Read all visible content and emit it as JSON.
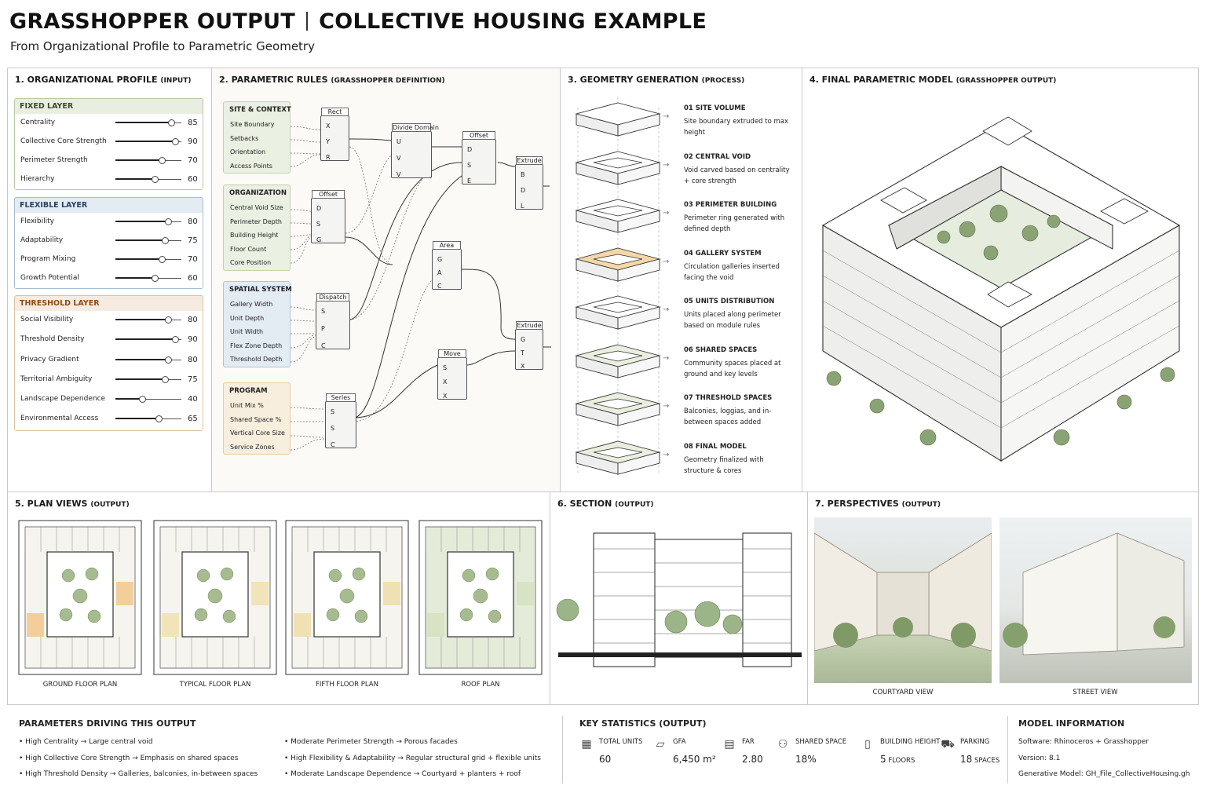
{
  "header": {
    "title_left": "GRASSHOPPER OUTPUT",
    "title_right": "COLLECTIVE HOUSING EXAMPLE",
    "subtitle": "From Organizational Profile to Parametric Geometry"
  },
  "profile": {
    "title": "1. ORGANIZATIONAL PROFILE",
    "suffix": "(INPUT)",
    "layers": [
      {
        "name": "FIXED LAYER",
        "color": "#e8efe0",
        "border": "#b9c8a6",
        "head_color": "#3b4a2a",
        "params": [
          {
            "label": "Centrality",
            "value": 85
          },
          {
            "label": "Collective Core Strength",
            "value": 90
          },
          {
            "label": "Perimeter Strength",
            "value": 70
          },
          {
            "label": "Hierarchy",
            "value": 60
          }
        ]
      },
      {
        "name": "FLEXIBLE LAYER",
        "color": "#e3ebf3",
        "border": "#a8bbcf",
        "head_color": "#2c4260",
        "params": [
          {
            "label": "Flexibility",
            "value": 80
          },
          {
            "label": "Adaptability",
            "value": 75
          },
          {
            "label": "Program Mixing",
            "value": 70
          },
          {
            "label": "Growth Potential",
            "value": 60
          }
        ]
      },
      {
        "name": "THRESHOLD LAYER",
        "color": "#f6ebe0",
        "border": "#dcc1a3",
        "head_color": "#8a4d1c",
        "params": [
          {
            "label": "Social Visibility",
            "value": 80
          },
          {
            "label": "Threshold Density",
            "value": 90
          },
          {
            "label": "Privacy Gradient",
            "value": 80
          },
          {
            "label": "Territorial Ambiguity",
            "value": 75
          },
          {
            "label": "Landscape Dependence",
            "value": 40
          },
          {
            "label": "Environmental Access",
            "value": 65
          }
        ]
      }
    ]
  },
  "rules": {
    "title": "2. PARAMETRIC RULES",
    "suffix": "(GRASSHOPPER DEFINITION)",
    "groups": [
      {
        "name": "SITE & CONTEXT",
        "color": "#eaf0e2",
        "border": "#c3d1ae",
        "items": [
          "Site Boundary",
          "Setbacks",
          "Orientation",
          "Access Points"
        ]
      },
      {
        "name": "ORGANIZATION",
        "color": "#eaf0e2",
        "border": "#c3d1ae",
        "items": [
          "Central Void Size",
          "Perimeter Depth",
          "Building Height",
          "Floor Count",
          "Core Position"
        ]
      },
      {
        "name": "SPATIAL SYSTEM",
        "color": "#e3ebf3",
        "border": "#b3c4d6",
        "items": [
          "Gallery Width",
          "Unit Depth",
          "Unit Width",
          "Flex Zone Depth",
          "Threshold Depth"
        ]
      },
      {
        "name": "PROGRAM",
        "color": "#f8eedd",
        "border": "#e2cda6",
        "items": [
          "Unit Mix %",
          "Shared Space %",
          "Vertical Core Size",
          "Service Zones"
        ]
      }
    ],
    "nodes": [
      {
        "name": "Rect",
        "ports": [
          "X",
          "Y",
          "R"
        ]
      },
      {
        "name": "Divide Domain",
        "ports": [
          "U",
          "V",
          "V"
        ]
      },
      {
        "name": "Offset",
        "ports": [
          "D",
          "S",
          "E"
        ]
      },
      {
        "name": "Extrude",
        "ports": [
          "B",
          "D",
          "L"
        ]
      },
      {
        "name": "Offset",
        "ports": [
          "D",
          "S",
          "G"
        ]
      },
      {
        "name": "Area",
        "ports": [
          "G",
          "A",
          "C"
        ]
      },
      {
        "name": "Dispatch",
        "ports": [
          "S",
          "P",
          "C"
        ]
      },
      {
        "name": "Extrude",
        "ports": [
          "G",
          "T",
          "X"
        ]
      },
      {
        "name": "Move",
        "ports": [
          "S",
          "X",
          "X"
        ]
      },
      {
        "name": "Series",
        "ports": [
          "S",
          "S",
          "C"
        ]
      }
    ]
  },
  "geometry": {
    "title": "3. GEOMETRY GENERATION",
    "suffix": "(PROCESS)",
    "steps": [
      {
        "num": "01 SITE VOLUME",
        "desc": "Site boundary extruded to max height"
      },
      {
        "num": "02 CENTRAL VOID",
        "desc": "Void carved based on centrality + core strength"
      },
      {
        "num": "03 PERIMETER BUILDING",
        "desc": "Perimeter ring generated with defined depth"
      },
      {
        "num": "04 GALLERY SYSTEM",
        "desc": "Circulation galleries inserted facing the void"
      },
      {
        "num": "05 UNITS DISTRIBUTION",
        "desc": "Units placed along perimeter based on module rules"
      },
      {
        "num": "06 SHARED SPACES",
        "desc": "Community spaces placed at ground and key levels"
      },
      {
        "num": "07 THRESHOLD SPACES",
        "desc": "Balconies, loggias, and in-between spaces added"
      },
      {
        "num": "08 FINAL MODEL",
        "desc": "Geometry finalized with structure & cores"
      }
    ]
  },
  "model": {
    "title": "4. FINAL PARAMETRIC MODEL",
    "suffix": "(GRASSHOPPER OUTPUT)"
  },
  "plans": {
    "title": "5. PLAN VIEWS",
    "suffix": "(OUTPUT)",
    "labels": [
      "GROUND FLOOR PLAN",
      "TYPICAL FLOOR PLAN",
      "FIFTH FLOOR PLAN",
      "ROOF PLAN"
    ]
  },
  "section": {
    "title": "6. SECTION",
    "suffix": "(OUTPUT)"
  },
  "perspectives": {
    "title": "7. PERSPECTIVES",
    "suffix": "(OUTPUT)",
    "labels": [
      "COURTYARD VIEW",
      "STREET VIEW"
    ]
  },
  "drivers": {
    "title": "PARAMETERS DRIVING THIS OUTPUT",
    "col1": [
      "High Centrality → Large central void",
      "High Collective Core Strength → Emphasis on shared spaces",
      "High Threshold Density → Galleries, balconies, in-between spaces"
    ],
    "col2": [
      "Moderate Perimeter Strength → Porous facades",
      "High Flexibility & Adaptability → Regular structural grid + flexible units",
      "Moderate Landscape Dependence → Courtyard + planters + roof"
    ]
  },
  "stats": {
    "title": "KEY STATISTICS (OUTPUT)",
    "items": [
      {
        "label": "TOTAL UNITS",
        "value": "60",
        "unit": "",
        "icon": "building-grid-icon"
      },
      {
        "label": "GFA",
        "value": "6,450 m²",
        "unit": "",
        "icon": "floor-area-icon"
      },
      {
        "label": "FAR",
        "value": "2.80",
        "unit": "",
        "icon": "ratio-icon"
      },
      {
        "label": "SHARED SPACE",
        "value": "18%",
        "unit": "",
        "icon": "people-icon"
      },
      {
        "label": "BUILDING HEIGHT",
        "value": "5",
        "unit": "FLOORS",
        "icon": "tower-icon"
      },
      {
        "label": "PARKING",
        "value": "18",
        "unit": "SPACES",
        "icon": "car-icon"
      }
    ]
  },
  "info": {
    "title": "MODEL INFORMATION",
    "lines": [
      "Software: Rhinoceros + Grasshopper",
      "Version: 8.1",
      "Generative Model: GH_File_CollectiveHousing.gh"
    ]
  }
}
